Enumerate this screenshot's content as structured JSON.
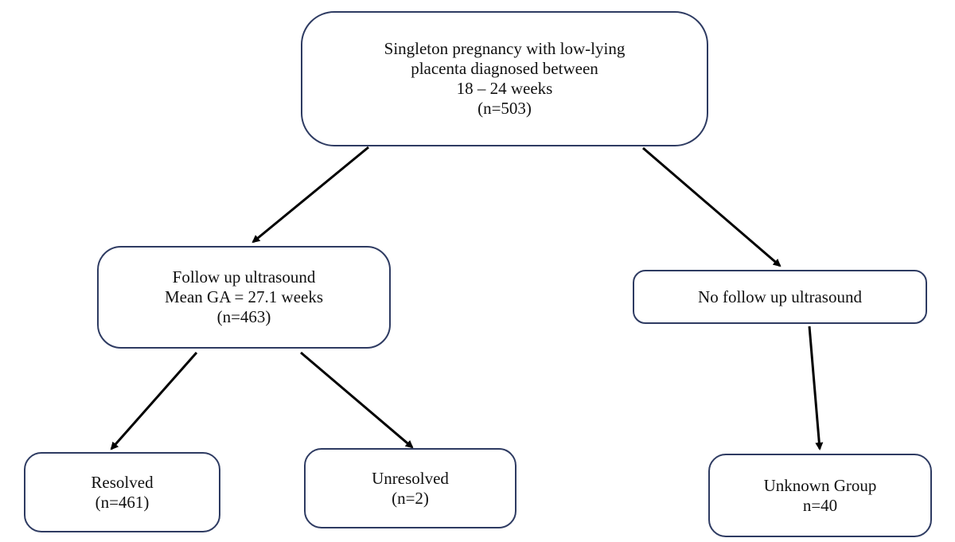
{
  "nodes": {
    "root": {
      "lines": [
        "Singleton pregnancy  with low-lying",
        "placenta diagnosed between",
        "18 – 24 weeks",
        "(n=503)"
      ]
    },
    "followup": {
      "lines": [
        "Follow up ultrasound",
        "Mean GA = 27.1 weeks",
        "(n=463)"
      ]
    },
    "no_followup": {
      "lines": [
        "No follow up ultrasound"
      ]
    },
    "resolved": {
      "lines": [
        "Resolved",
        "(n=461)"
      ]
    },
    "unresolved": {
      "lines": [
        "Unresolved",
        "(n=2)"
      ]
    },
    "unknown": {
      "lines": [
        "Unknown Group",
        "n=40"
      ]
    }
  },
  "colors": {
    "border": "#2e3b62",
    "arrow": "#000000"
  }
}
